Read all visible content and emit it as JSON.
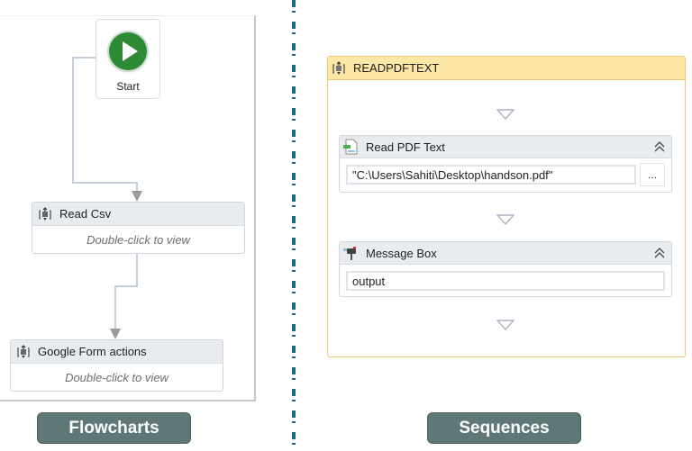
{
  "flowchart": {
    "start": {
      "label": "Start",
      "icon": "play-circle-icon",
      "color": "#2e8b35"
    },
    "nodes": [
      {
        "title": "Read Csv",
        "hint": "Double-click to view",
        "icon": "sequence-icon"
      },
      {
        "title": "Google Form actions",
        "hint": "Double-click to view",
        "icon": "sequence-icon"
      }
    ],
    "caption": "Flowcharts"
  },
  "sequence": {
    "title": "READPDFTEXT",
    "icon": "sequence-icon",
    "border_color": "#ecc976",
    "header_color": "#fde7a6",
    "activities": [
      {
        "title": "Read PDF Text",
        "icon": "pdf-document-icon",
        "value": "\"C:\\Users\\Sahiti\\Desktop\\handson.pdf\"",
        "browse_label": "..."
      },
      {
        "title": "Message Box",
        "icon": "mailbox-icon",
        "value": "output"
      }
    ],
    "caption": "Sequences"
  },
  "colors": {
    "divider": "#1d6a8c",
    "caption_bg": "#5f7777"
  }
}
